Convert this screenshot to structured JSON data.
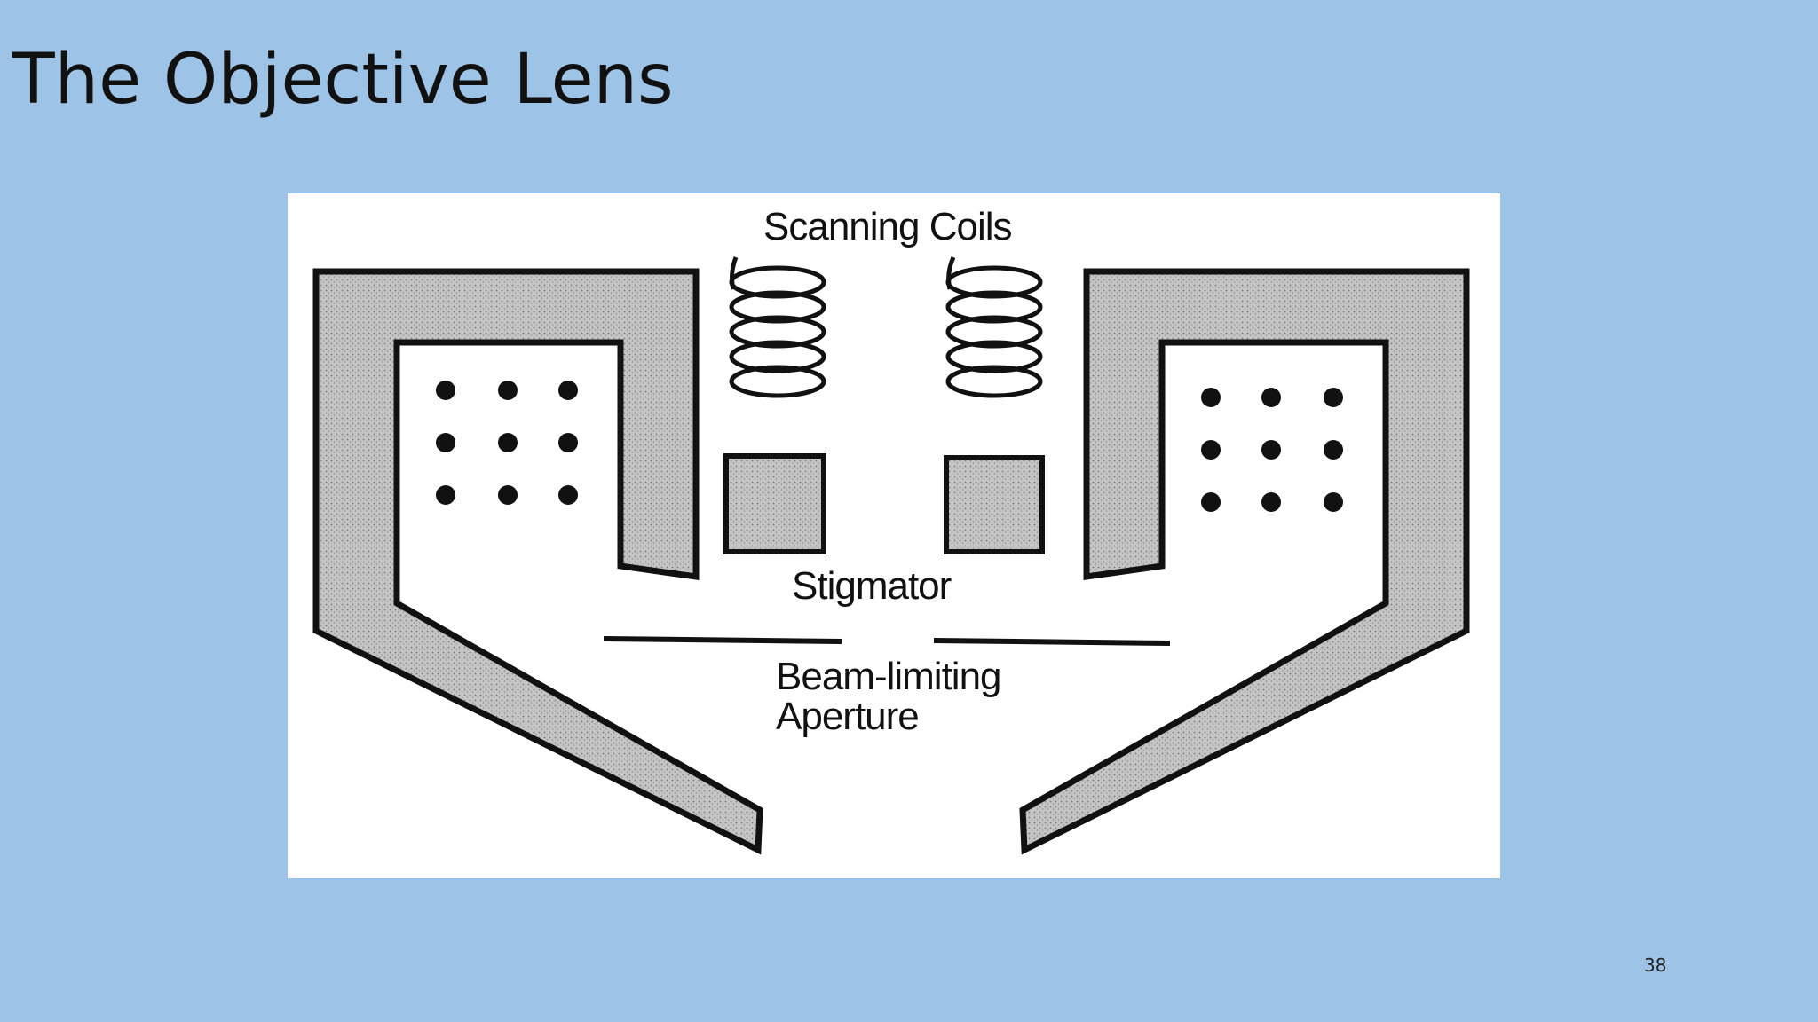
{
  "slide": {
    "title": "The Objective Lens",
    "page_number": "38",
    "background_color": "#9dc3e6"
  },
  "figure": {
    "labels": {
      "scanning_coils": "Scanning Coils",
      "stigmator": "Stigmator",
      "aperture_line1": "Beam-limiting",
      "aperture_line2": "Aperture"
    },
    "colors": {
      "pole_piece_fill": "#bdbdbd",
      "outline": "#111111",
      "background": "#ffffff"
    }
  }
}
